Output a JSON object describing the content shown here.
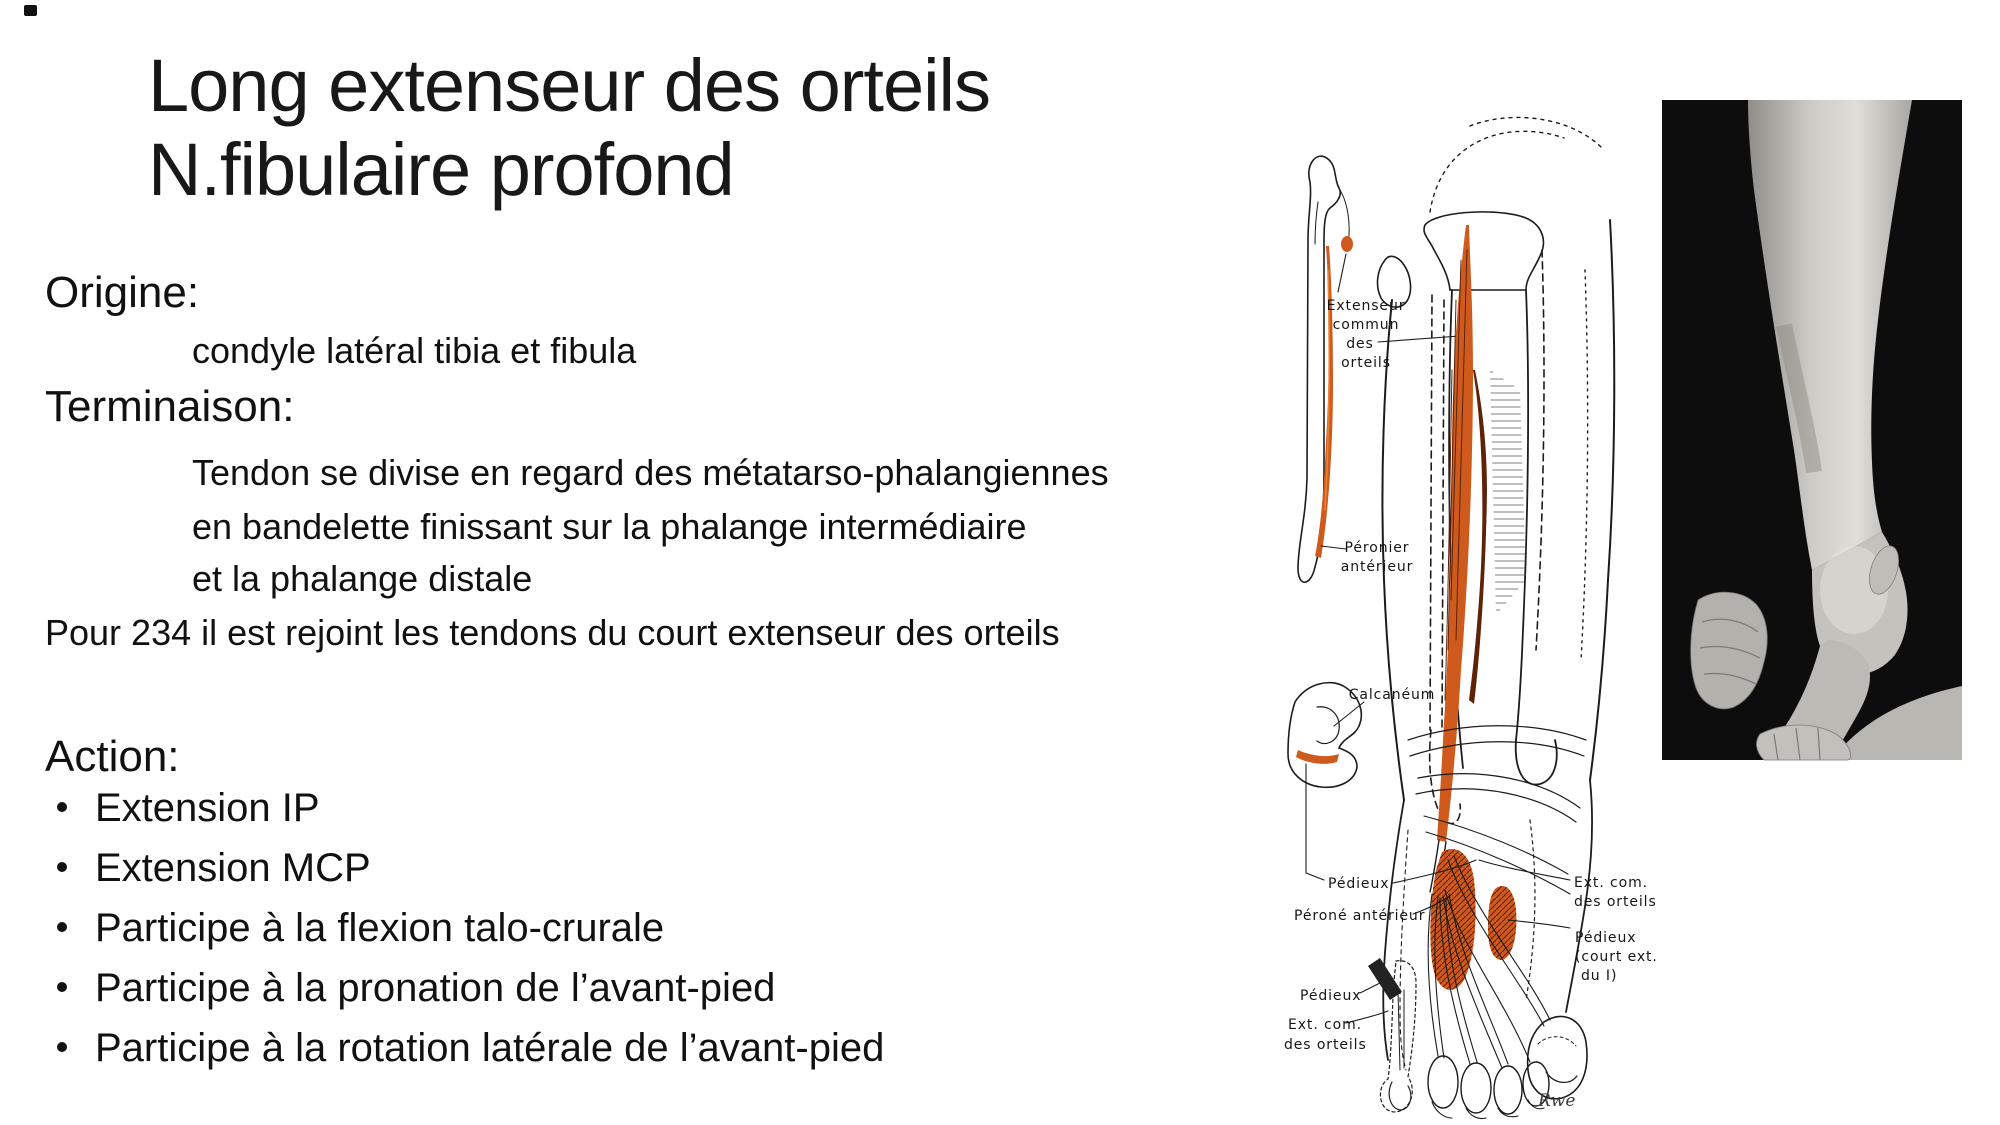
{
  "slide": {
    "title": [
      "Long extenseur des orteils",
      "N.fibulaire profond"
    ],
    "origine_label": "Origine:",
    "origine_text": "condyle latéral tibia et fibula",
    "terminaison_label": "Terminaison:",
    "terminaison_lines": [
      "Tendon se divise en regard des métatarso-phalangiennes",
      "en bandelette finissant sur la phalange intermédiaire",
      "et la phalange distale"
    ],
    "note": "Pour 234 il est rejoint les tendons du court extenseur des orteils",
    "action_label": "Action:",
    "action_items": [
      "Extension IP",
      "Extension MCP",
      "Participe à la flexion talo-crurale",
      "Participe à la pronation de l’avant-pied",
      "Participe à la rotation latérale de l’avant-pied"
    ]
  },
  "figure": {
    "labels": {
      "extenseur_commun": [
        "Extenseur",
        "commun",
        "des",
        "orteils"
      ],
      "peronier_anterieur": [
        "Péronier",
        "antérieur"
      ],
      "calcaneum": "Calcanéum",
      "pedieux_ankle": "Pédieux",
      "perone_anterieur": "Péroné antérieur",
      "ext_com_right": [
        "Ext. com.",
        "des orteils"
      ],
      "pedieux_court": [
        "Pédieux",
        "(court ext.",
        "du I)"
      ],
      "pedieux_toe": "Pédieux",
      "ext_com_toe": [
        "Ext. com.",
        "des orteils"
      ],
      "signature": "Rwe"
    },
    "colors": {
      "muscle": "#cf5a1e",
      "muscle_dark": "#5e2208",
      "ink": "#1c1c1c",
      "photo_background": "#0d0d0d"
    }
  }
}
